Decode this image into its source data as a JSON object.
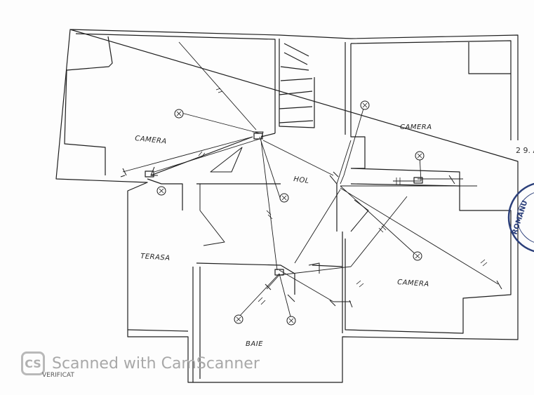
{
  "rooms": {
    "camera_nw": "CAMERA",
    "camera_ne": "CAMERA",
    "camera_se": "CAMERA",
    "hol": "HOL",
    "terasa": "TERASA",
    "baie": "BAIE"
  },
  "margin": {
    "date_fragment": "2 9. A",
    "stamp_text": "ROMANU"
  },
  "watermark": {
    "logo": "CS",
    "text": "Scanned with CamScanner"
  },
  "footer": {
    "verificat": "VERIFICAT"
  },
  "colors": {
    "ink": "#1e1e1e",
    "stamp": "#2b3f7a",
    "watermark": "#a8a8a8"
  }
}
